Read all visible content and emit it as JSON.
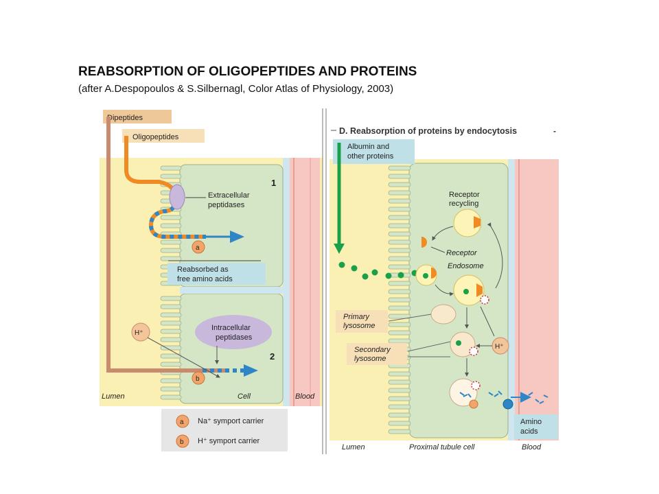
{
  "title": "REABSORPTION OF  OLIGOPEPTIDES AND PROTEINS",
  "subtitle": "(after A.Despopoulos & S.Silbernagl, Color Atlas of Physiology, 2003)",
  "left_panel": {
    "dipeptides": "Dipeptides",
    "oligopeptides": "Oligopeptides",
    "extracellular_l1": "Extracellular",
    "extracellular_l2": "peptidases",
    "num1": "1",
    "num2": "2",
    "reabsorbed_l1": "Reabsorbed as",
    "reabsorbed_l2": "free amino acids",
    "intracellular_l1": "Intracellular",
    "intracellular_l2": "peptidases",
    "hplus": "H⁺",
    "carrier_a": "a",
    "carrier_b": "b",
    "lumen": "Lumen",
    "cell": "Cell",
    "blood": "Blood",
    "legend_a": "Na⁺ symport carrier",
    "legend_b": "H⁺ symport carrier"
  },
  "right_panel": {
    "heading": "D. Reabsorption of proteins by endocytosis",
    "albumin_l1": "Albumin and",
    "albumin_l2": "other proteins",
    "receptor_recycling_l1": "Receptor",
    "receptor_recycling_l2": "recycling",
    "receptor": "Receptor",
    "endosome": "Endosome",
    "primary_l1": "Primary",
    "primary_l2": "lysosome",
    "secondary_l1": "Secondary",
    "secondary_l2": "lysosome",
    "hplus": "H⁺",
    "amino_l1": "Amino",
    "amino_l2": "acids",
    "lumen": "Lumen",
    "proximal": "Proximal tubule cell",
    "blood": "Blood"
  },
  "colors": {
    "lumen_bg": "#fbf0b4",
    "cell_fill": "#d5e6c6",
    "blood_fill": "#f7c7c2",
    "blue_box": "#bfe0e6",
    "peach_box": "#f7dfb8",
    "orange": "#f08a24",
    "tan": "#c98a6e",
    "blue": "#2f86c6",
    "green": "#1aa049"
  }
}
